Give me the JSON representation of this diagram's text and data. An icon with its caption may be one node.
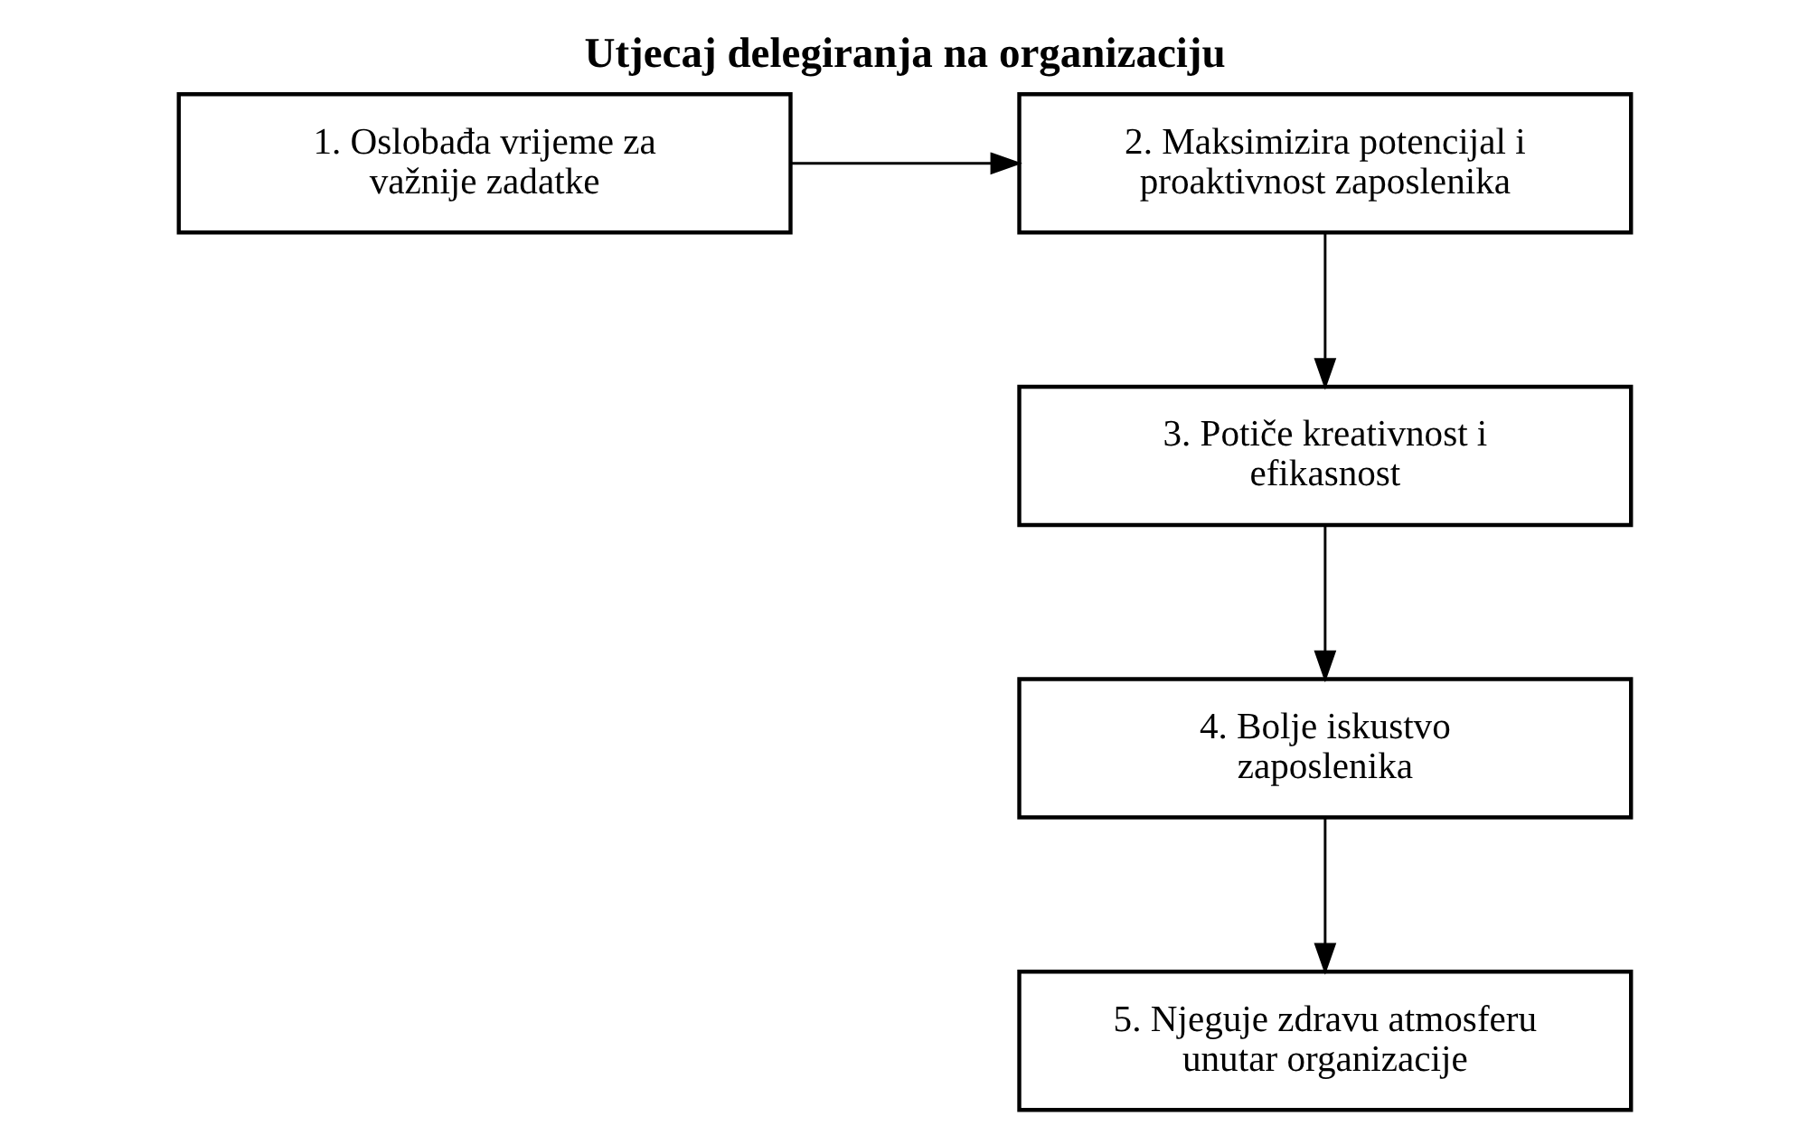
{
  "diagram": {
    "title": "Utjecaj delegiranja na organizaciju",
    "nodes": [
      {
        "text": [
          "1. Oslobađa vrijeme za važnije zadatke"
        ]
      },
      {
        "text": [
          "2. Maksimizira potencijal i proaktivnost zaposlenika"
        ]
      },
      {
        "text": [
          "3. Potiče kreativnost i efikasnost"
        ]
      },
      {
        "text": [
          "4. Bolje iskustvo zaposlenika"
        ]
      },
      {
        "text": [
          "5. Njeguje zdravu atmosferu unutar organizacije"
        ]
      }
    ],
    "edges": [
      {
        "from": 0,
        "to": 1,
        "arrow": "to"
      },
      {
        "from": 1,
        "to": 2,
        "arrow": "to"
      },
      {
        "from": 2,
        "to": 3,
        "arrow": "to"
      },
      {
        "from": 3,
        "to": 4,
        "arrow": "to"
      }
    ]
  }
}
